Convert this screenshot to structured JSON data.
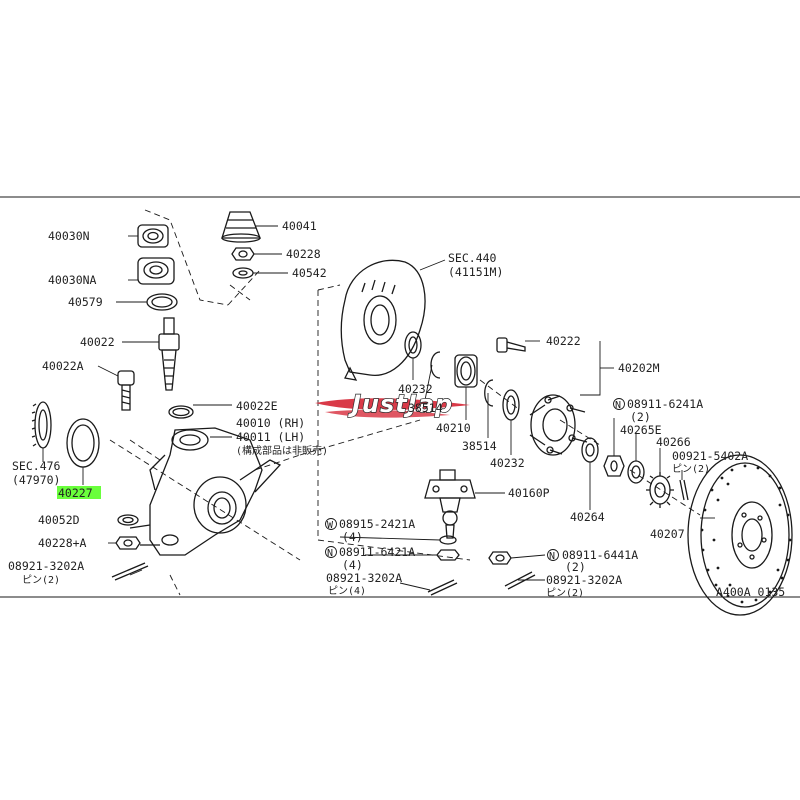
{
  "diagram": {
    "drawing_code": "A400A 0135",
    "watermark": "JustJap",
    "callouts": {
      "p40030N": "40030N",
      "p40030NA": "40030NA",
      "p40579": "40579",
      "p40022": "40022",
      "p40022A": "40022A",
      "p40022E": "40022E",
      "p40010": "40010 (RH)",
      "p40011": "40011 (LH)",
      "note_not_sold": "(構成部品は非販売)",
      "sec476": "SEC.476",
      "sec476_ref": "(47970)",
      "p40227": "40227",
      "p40052D": "40052D",
      "p40228A": "40228+A",
      "pin_left": "08921-3202A",
      "pin_left_qty": "ピン(2)",
      "p40041": "40041",
      "p40228": "40228",
      "p40542": "40542",
      "sec440": "SEC.440",
      "sec440_ref": "(41151M)",
      "p40232a": "40232",
      "p38514a": "38514",
      "p40210": "40210",
      "p38514b": "38514",
      "p40232b": "40232",
      "p40222": "40222",
      "p40202M": "40202M",
      "n6241_sym": "N",
      "n6241": "08911-6241A",
      "n6241_qty": "(2)",
      "p40265E": "40265E",
      "p40266": "40266",
      "pin_5402": "00921-5402A",
      "pin_5402_qty": "ピン(2)",
      "p40160P": "40160P",
      "w2421_sym": "W",
      "w2421": "08915-2421A",
      "w2421_qty": "(4)",
      "n6421_sym": "N",
      "n6421": "08911-6421A",
      "n6421_qty": "(4)",
      "pin_mid": "08921-3202A",
      "pin_mid_qty": "ピン(4)",
      "n6441_sym": "N",
      "n6441": "08911-6441A",
      "n6441_qty": "(2)",
      "pin_right": "08921-3202A",
      "pin_right_qty": "ピン(2)",
      "p40264": "40264",
      "p40207": "40207"
    }
  }
}
